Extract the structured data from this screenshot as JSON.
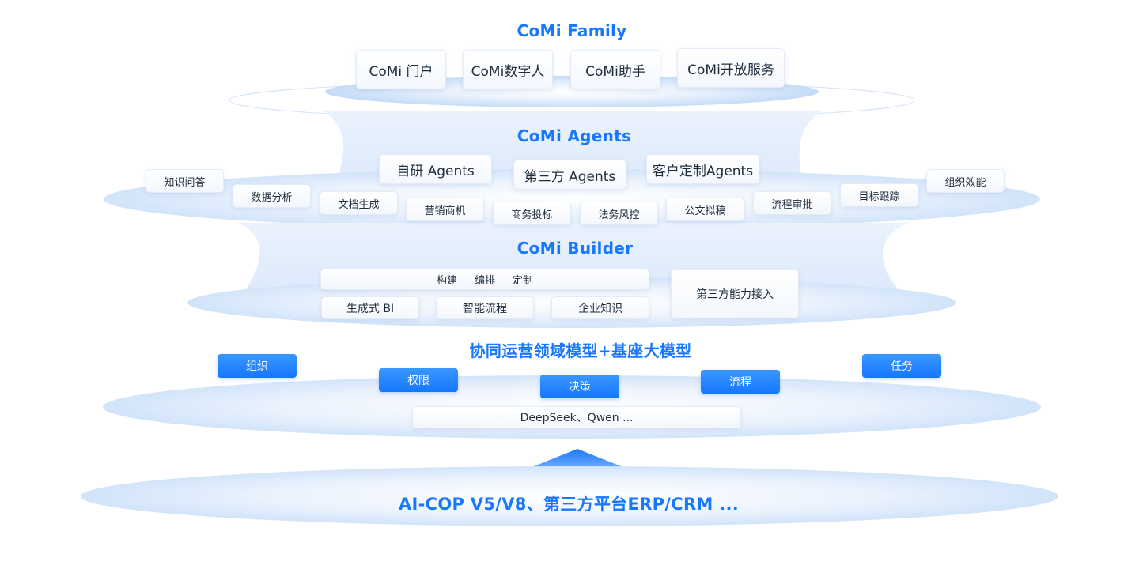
{
  "family": {
    "title": "CoMi Family",
    "items": [
      "CoMi 门户",
      "CoMi数字人",
      "CoMi助手",
      "CoMi开放服务"
    ]
  },
  "agents": {
    "title": "CoMi Agents",
    "core": [
      "自研 Agents",
      "第三方 Agents",
      "客户定制Agents"
    ],
    "scenarios": [
      "知识问答",
      "数据分析",
      "文档生成",
      "营销商机",
      "商务投标",
      "法务风控",
      "公文拟稿",
      "流程审批",
      "目标跟踪",
      "组织效能"
    ]
  },
  "builder": {
    "title": "CoMi Builder",
    "functions": [
      "构建",
      "编排",
      "定制"
    ],
    "modules": [
      "生成式 BI",
      "智能流程",
      "企业知识"
    ],
    "third_party": "第三方能力接入"
  },
  "models": {
    "title": "协同运营领域模型+基座大模型",
    "domains": [
      "组织",
      "权限",
      "决策",
      "流程",
      "任务"
    ],
    "base": "DeepSeek、Qwen ..."
  },
  "foundation": {
    "title": "AI-COP V5/V8、第三方平台ERP/CRM ..."
  },
  "colors": {
    "accent": "#1677ff",
    "disc": "#d9e8fb",
    "card_text": "#1f2d3d"
  }
}
